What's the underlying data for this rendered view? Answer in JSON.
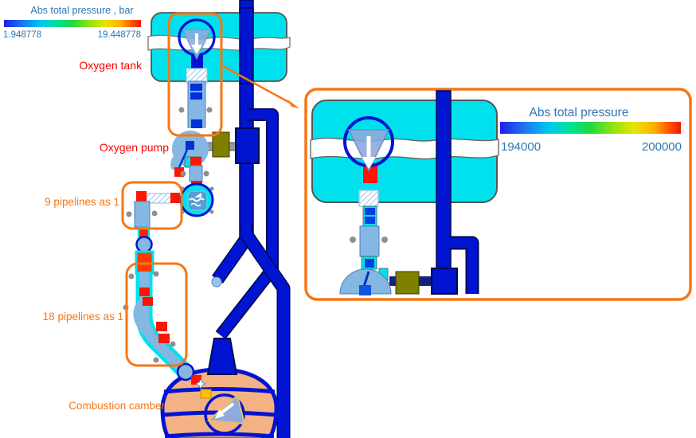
{
  "legend_main": {
    "title": "Abs total pressure , bar",
    "min": "1.948778",
    "max": "19.448778"
  },
  "annotations": {
    "oxygen_tank": "Oxygen tank",
    "oxygen_pump": "Oxygen pump",
    "pipelines_9": "9 pipelines as 1",
    "pipelines_18": "18 pipelines as 1",
    "combustion_chamber": "Combustion camber"
  },
  "inset_legend": {
    "title": "Abs total pressure",
    "min": "194000",
    "max": "200000"
  },
  "icons": {
    "tank_valve": "inverted-triangle-with-down-arrow",
    "cooler": "water-waves",
    "injector": "triangle-with-diagonal-arrow",
    "callout": "orange-arrow"
  },
  "colors": {
    "tank_cyan": "#00E1EE",
    "pipe_blue": "#0014D2",
    "pipe_outline": "#000A50",
    "pipe_light_blue": "#85B7E3",
    "high_pressure_red": "#FF1400",
    "coupling_olive": "#7F7F00",
    "chamber_peach": "#F4B183",
    "annotation_orange": "#F87613",
    "label_red": "#FF0000",
    "legend_text_blue": "#2E75B6"
  }
}
